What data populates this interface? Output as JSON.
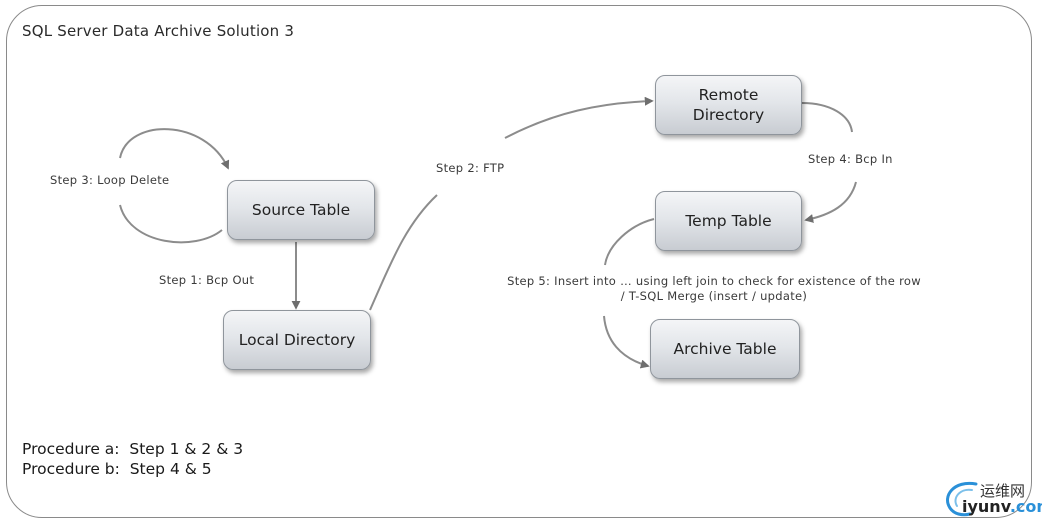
{
  "title": "SQL Server Data Archive Solution  3",
  "nodes": {
    "source_table": "Source Table",
    "local_directory": "Local Directory",
    "remote_directory_line1": "Remote",
    "remote_directory_line2": "Directory",
    "temp_table": "Temp Table",
    "archive_table": "Archive Table"
  },
  "steps": {
    "step1": "Step 1:  Bcp Out",
    "step2": "Step 2:  FTP",
    "step3": "Step 3:  Loop Delete",
    "step4": "Step 4:  Bcp In",
    "step5_line1": "Step 5:  Insert into … using left join to check for existence of the row",
    "step5_line2": "/ T-SQL Merge (insert / update)"
  },
  "procedures": {
    "a": "Procedure a:  Step 1 & 2 & 3",
    "b": "Procedure b:  Step 4 & 5"
  },
  "watermark": {
    "chinese": "运维网",
    "site_prefix": "iyunv",
    "site_suffix": ".com",
    "accent_color": "#2a90d8"
  },
  "colors": {
    "connector": "#8c8c8c",
    "node_border": "#8f959c"
  }
}
